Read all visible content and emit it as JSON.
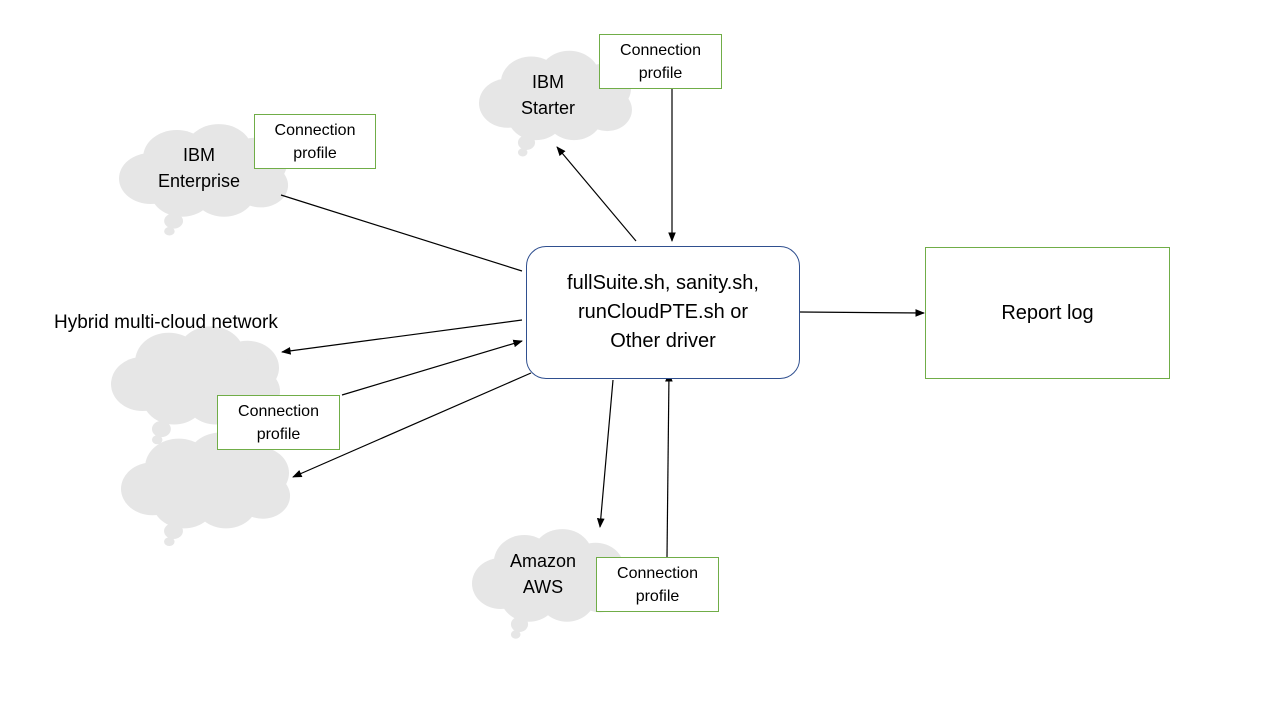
{
  "clouds": {
    "ibm_starter": "IBM\nStarter",
    "ibm_enterprise": "IBM\nEnterprise",
    "amazon_aws": "Amazon\nAWS"
  },
  "hybrid_title": "Hybrid multi-cloud network",
  "connection_profile": "Connection\nprofile",
  "driver": "fullSuite.sh, sanity.sh,\nrunCloudPTE.sh or\nOther driver",
  "report": "Report log",
  "colors": {
    "cloud_fill": "#e6e6e6",
    "profile_border": "#70ad47",
    "driver_border": "#2f4f8f",
    "report_border": "#70ad47",
    "arrow": "#000000"
  }
}
